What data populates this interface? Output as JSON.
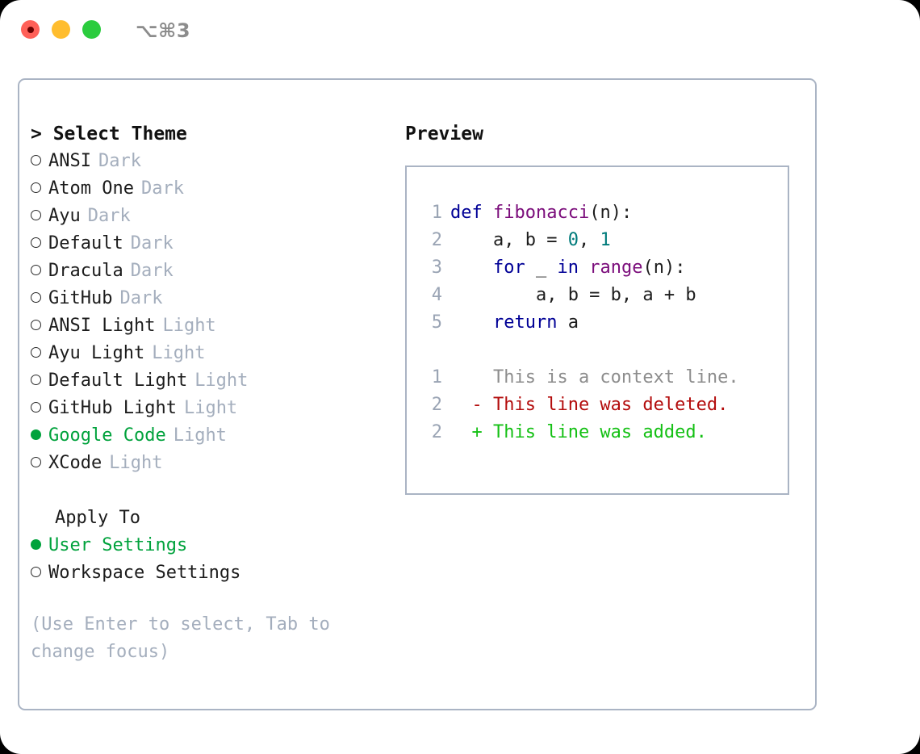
{
  "window": {
    "shortcut": "⌥⌘3",
    "traffic_lights": [
      "close-red",
      "minimize-yellow",
      "zoom-green"
    ]
  },
  "theme_picker": {
    "header": "> Select Theme",
    "items": [
      {
        "name": "ANSI",
        "variant": "Dark",
        "selected": false
      },
      {
        "name": "Atom One",
        "variant": "Dark",
        "selected": false
      },
      {
        "name": "Ayu",
        "variant": "Dark",
        "selected": false
      },
      {
        "name": "Default",
        "variant": "Dark",
        "selected": false
      },
      {
        "name": "Dracula",
        "variant": "Dark",
        "selected": false
      },
      {
        "name": "GitHub",
        "variant": "Dark",
        "selected": false
      },
      {
        "name": "ANSI Light",
        "variant": "Light",
        "selected": false
      },
      {
        "name": "Ayu Light",
        "variant": "Light",
        "selected": false
      },
      {
        "name": "Default Light",
        "variant": "Light",
        "selected": false
      },
      {
        "name": "GitHub Light",
        "variant": "Light",
        "selected": false
      },
      {
        "name": "Google Code",
        "variant": "Light",
        "selected": true
      },
      {
        "name": "XCode",
        "variant": "Light",
        "selected": false
      }
    ]
  },
  "apply_to": {
    "header": "Apply To",
    "options": [
      {
        "label": "User Settings",
        "selected": true
      },
      {
        "label": "Workspace Settings",
        "selected": false
      }
    ]
  },
  "hint": "(Use Enter to select, Tab to change focus)",
  "preview": {
    "title": "Preview",
    "code": [
      {
        "ln": "1",
        "tokens": [
          {
            "t": "def ",
            "c": "kw"
          },
          {
            "t": "fibonacci",
            "c": "fn"
          },
          {
            "t": "(n):",
            "c": "pl"
          }
        ]
      },
      {
        "ln": "2",
        "tokens": [
          {
            "t": "    a, b = ",
            "c": "pl"
          },
          {
            "t": "0",
            "c": "num"
          },
          {
            "t": ", ",
            "c": "pl"
          },
          {
            "t": "1",
            "c": "num"
          }
        ]
      },
      {
        "ln": "3",
        "tokens": [
          {
            "t": "    ",
            "c": "pl"
          },
          {
            "t": "for",
            "c": "kw"
          },
          {
            "t": " _ ",
            "c": "pl"
          },
          {
            "t": "in",
            "c": "kw"
          },
          {
            "t": " ",
            "c": "pl"
          },
          {
            "t": "range",
            "c": "fn"
          },
          {
            "t": "(n):",
            "c": "pl"
          }
        ]
      },
      {
        "ln": "4",
        "tokens": [
          {
            "t": "        a, b = b, a + b",
            "c": "pl"
          }
        ]
      },
      {
        "ln": "5",
        "tokens": [
          {
            "t": "    ",
            "c": "pl"
          },
          {
            "t": "return",
            "c": "kw"
          },
          {
            "t": " a",
            "c": "pl"
          }
        ]
      }
    ],
    "diff": [
      {
        "ln": "1",
        "marker": "  ",
        "text": "This is a context line.",
        "kind": "context"
      },
      {
        "ln": "2",
        "marker": "- ",
        "text": "This line was deleted.",
        "kind": "deleted"
      },
      {
        "ln": "2",
        "marker": "+ ",
        "text": "This line was added.",
        "kind": "added"
      }
    ]
  },
  "colors": {
    "accent_green": "#00a23c",
    "muted": "#a4aebd",
    "border": "#aab4c4",
    "keyword": "#000096",
    "function": "#7b0d7b",
    "number": "#007b7b",
    "diff_added": "#14c014",
    "diff_deleted": "#b30c0c",
    "diff_context": "#8d8d8d",
    "traffic_red": "#ff6058",
    "traffic_yellow": "#ffbd2e",
    "traffic_green": "#2bcc3e"
  }
}
